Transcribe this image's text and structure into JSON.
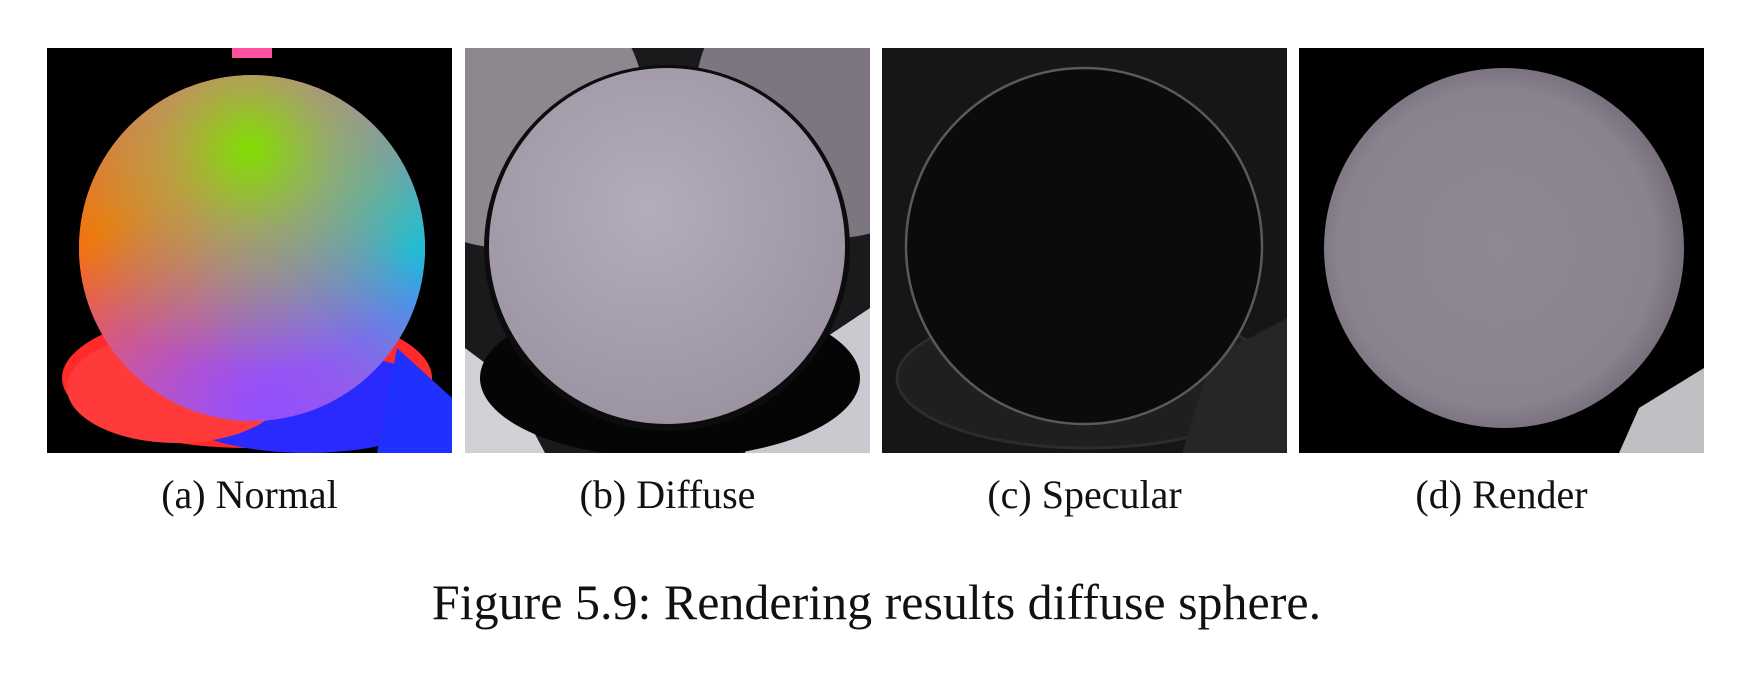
{
  "figure": {
    "caption": "Figure 5.9: Rendering results diffuse sphere.",
    "panels": [
      {
        "id": "a",
        "label": "(a) Normal"
      },
      {
        "id": "b",
        "label": "(b) Diffuse"
      },
      {
        "id": "c",
        "label": "(c) Specular"
      },
      {
        "id": "d",
        "label": "(d) Render"
      }
    ]
  }
}
